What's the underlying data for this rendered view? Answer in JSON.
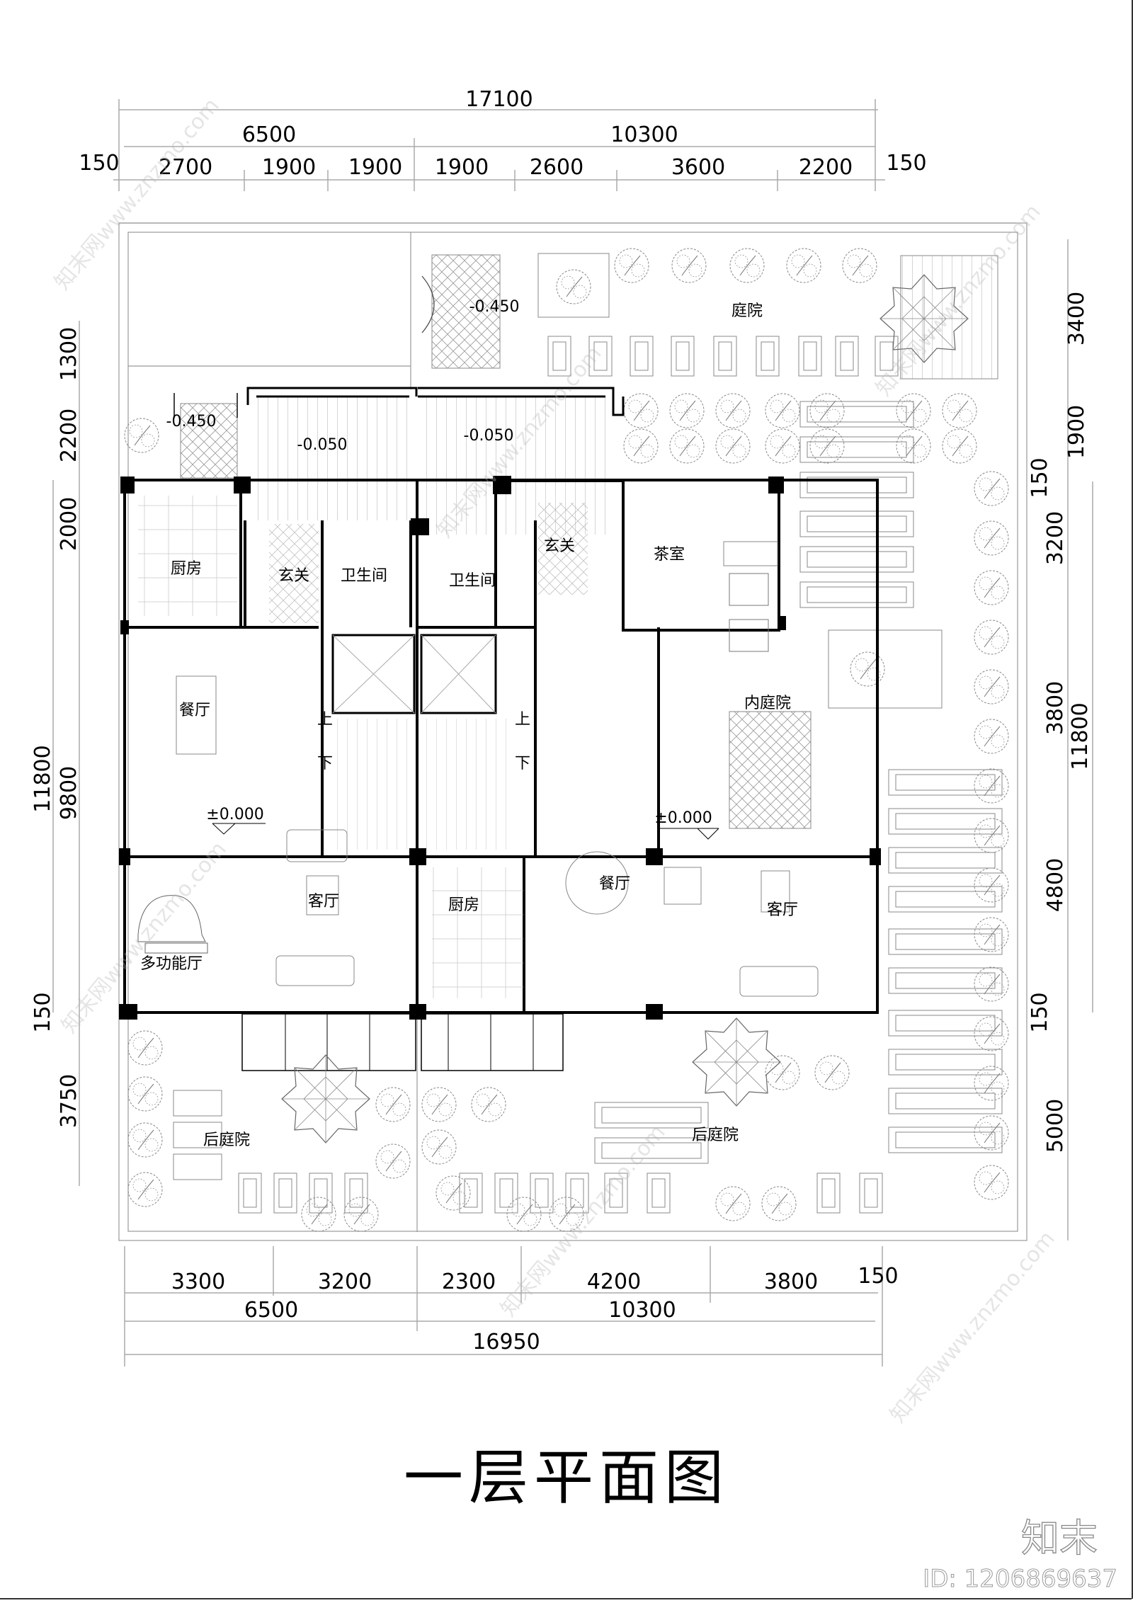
{
  "drawing": {
    "title": "一层平面图",
    "brand": "知末",
    "brand_id": "ID: 1206869637",
    "watermark": "知末网www.znzmo.com"
  },
  "dimensions": {
    "top_total": "17100",
    "top_mid": [
      "6500",
      "10300"
    ],
    "top_detail": [
      "150",
      "2700",
      "1900",
      "1900",
      "1900",
      "2600",
      "3600",
      "2200",
      "150"
    ],
    "bottom_detail": [
      "3300",
      "3200",
      "2300",
      "4200",
      "3800",
      "150"
    ],
    "bottom_mid": [
      "6500",
      "10300"
    ],
    "bottom_total": "16950",
    "left_detail": [
      "1300",
      "2200",
      "2000",
      "9800",
      "150",
      "3750"
    ],
    "left_total": "11800",
    "right_detail": [
      "3400",
      "1900",
      "150",
      "3200",
      "3800",
      "4800",
      "150",
      "5000"
    ],
    "right_total": "11800"
  },
  "rooms": {
    "kitchen_left": "厨房",
    "foyer_left": "玄关",
    "bath_left": "卫生间",
    "bath_right": "卫生间",
    "foyer_right": "玄关",
    "tea_room": "茶室",
    "dining_left": "餐厅",
    "inner_court": "内庭院",
    "living_left": "客厅",
    "multi_hall": "多功能厅",
    "kitchen_right": "厨房",
    "dining_right": "餐厅",
    "living_right": "客厅",
    "courtyard": "庭院",
    "back_yard_left": "后庭院",
    "back_yard_right": "后庭院",
    "stair_up": "上",
    "stair_down": "下"
  },
  "elevations": {
    "front_step": "-0.450",
    "side_step": "-0.450",
    "porch_left": "-0.050",
    "porch_right": "-0.050",
    "ground_left": "±0.000",
    "ground_right": "±0.000"
  }
}
